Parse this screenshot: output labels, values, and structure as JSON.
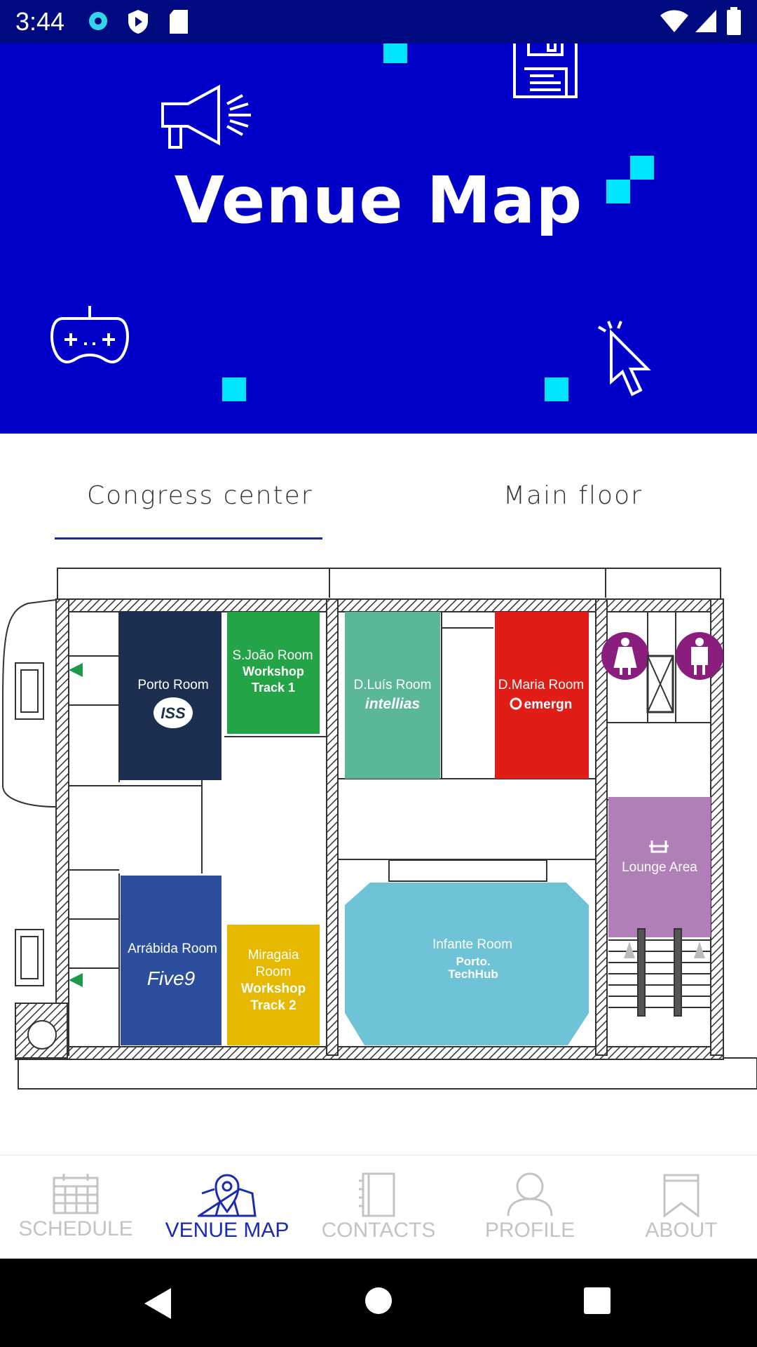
{
  "status_bar": {
    "time": "3:44"
  },
  "header": {
    "title": "Venue Map"
  },
  "tabs": [
    {
      "label": "Congress center",
      "active": true
    },
    {
      "label": "Main floor",
      "active": false
    }
  ],
  "map": {
    "rooms": [
      {
        "name": "Porto Room",
        "sponsor": "ISS",
        "color": "#1c2f50"
      },
      {
        "name": "S.João Room",
        "subtitle": "Workshop Track 1",
        "color": "#22a447"
      },
      {
        "name": "D.Luís Room",
        "sponsor": "intellias",
        "color": "#5bb79a"
      },
      {
        "name": "D.Maria Room",
        "sponsor": "emergn",
        "color": "#e11d17"
      },
      {
        "name": "Lounge Area",
        "color": "#b07fb7"
      },
      {
        "name": "Arrábida Room",
        "sponsor": "Five9",
        "color": "#2b4f9c"
      },
      {
        "name": "Miragaia Room",
        "subtitle": "Workshop Track 2",
        "color": "#e6b800"
      },
      {
        "name": "Infante Room",
        "sponsor": "Porto. TechHub",
        "color": "#6fc3d6"
      }
    ]
  },
  "bottom_nav": [
    {
      "label": "SCHEDULE",
      "icon": "calendar-icon",
      "active": false
    },
    {
      "label": "VENUE MAP",
      "icon": "map-pin-icon",
      "active": true
    },
    {
      "label": "CONTACTS",
      "icon": "notebook-icon",
      "active": false
    },
    {
      "label": "PROFILE",
      "icon": "person-icon",
      "active": false
    },
    {
      "label": "ABOUT",
      "icon": "bookmark-icon",
      "active": false
    }
  ],
  "colors": {
    "header_bg": "#0000c8",
    "accent": "#1a2bb0",
    "pixel": "#00e5ff"
  }
}
